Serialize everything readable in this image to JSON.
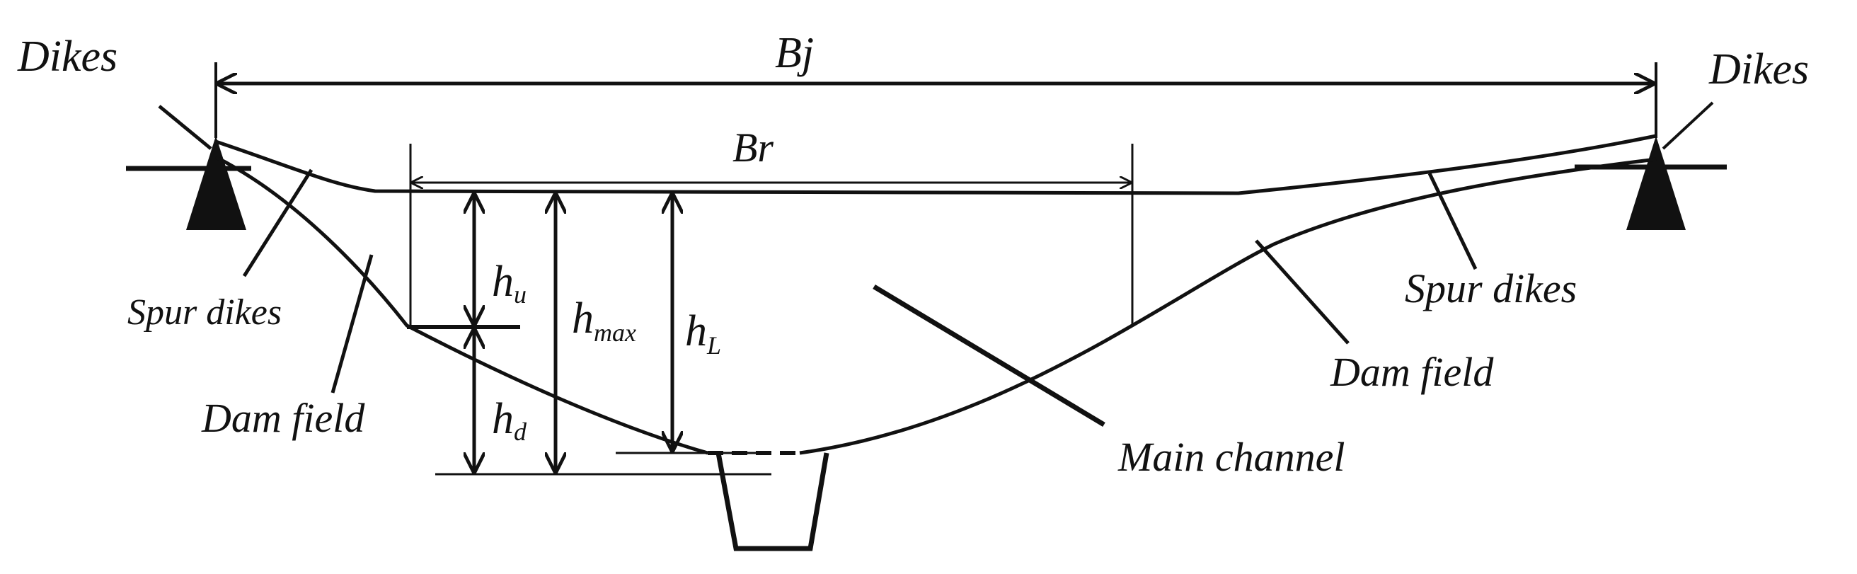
{
  "labels": {
    "dikes_left": "Dikes",
    "dikes_right": "Dikes",
    "bj": "Bj",
    "br": "Br",
    "spur_dikes_left": "Spur dikes",
    "spur_dikes_right": "Spur dikes",
    "dam_field_left": "Dam field",
    "dam_field_right": "Dam field",
    "main_channel": "Main channel",
    "h_u": {
      "base": "h",
      "sub": "u"
    },
    "h_max": {
      "base": "h",
      "sub": "max"
    },
    "h_L": {
      "base": "h",
      "sub": "L"
    },
    "h_d": {
      "base": "h",
      "sub": "d"
    }
  },
  "colors": {
    "ink": "#111111",
    "background": "#ffffff"
  }
}
